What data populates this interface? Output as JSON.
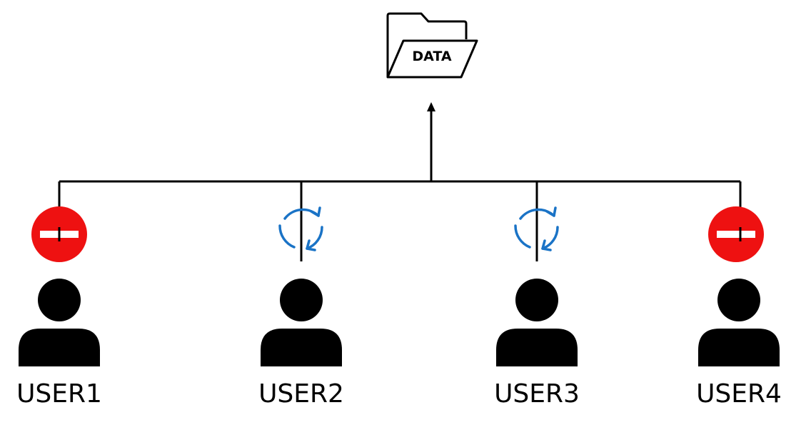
{
  "folder": {
    "label": "DATA",
    "icon": "folder-icon"
  },
  "users": [
    {
      "label": "USER1",
      "status": "blocked",
      "status_icon": "no-entry-icon"
    },
    {
      "label": "USER2",
      "status": "syncing",
      "status_icon": "sync-icon"
    },
    {
      "label": "USER3",
      "status": "syncing",
      "status_icon": "sync-icon"
    },
    {
      "label": "USER4",
      "status": "blocked",
      "status_icon": "no-entry-icon"
    }
  ],
  "colors": {
    "blocked": "#ee1111",
    "sync": "#1a73c6",
    "line": "#000000",
    "person": "#000000"
  }
}
